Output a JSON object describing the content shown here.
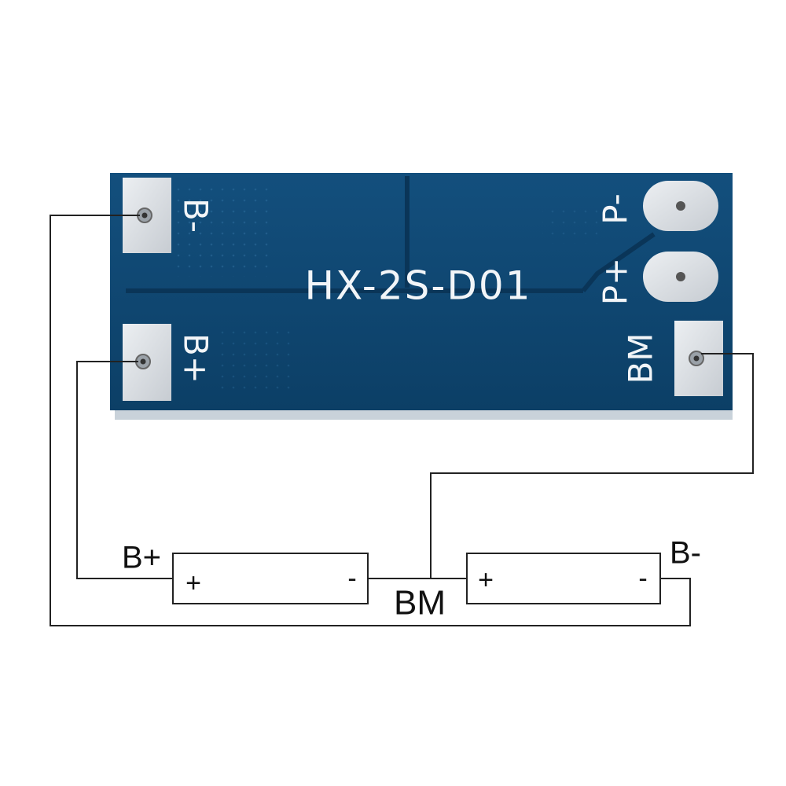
{
  "board": {
    "model": "HX-2S-D01",
    "pad_labels": {
      "b_minus": "B-",
      "b_plus": "B+",
      "p_minus": "P-",
      "p_plus": "P+",
      "bm": "BM"
    },
    "colors": {
      "pcb": "#0f4772",
      "pcb_dark": "#0b3a60",
      "pad": "#d9dde2",
      "silkscreen": "#f2f5f8"
    }
  },
  "wiring": {
    "labels": {
      "b_plus": "B+",
      "b_minus": "B-",
      "bm": "BM"
    },
    "cells": [
      {
        "positive": "+",
        "negative": "-"
      },
      {
        "positive": "+",
        "negative": "-"
      }
    ],
    "wire_color": "#222222"
  }
}
